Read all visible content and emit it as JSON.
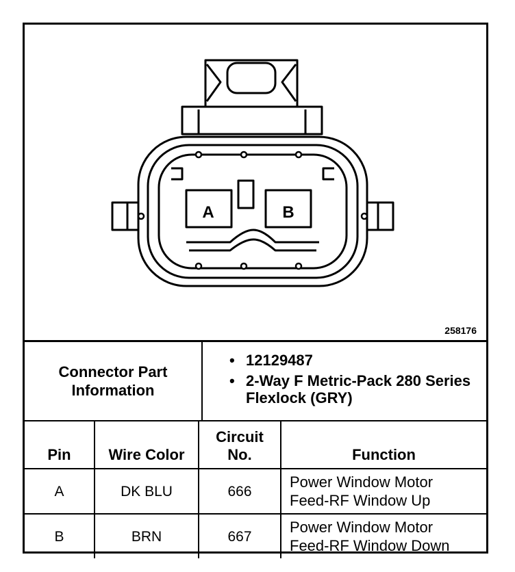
{
  "figure": {
    "id": "258176",
    "cavity_labels": [
      "A",
      "B"
    ]
  },
  "connector_info": {
    "label": "Connector Part Information",
    "items": [
      "12129487",
      "2-Way F Metric-Pack 280 Series Flexlock (GRY)"
    ]
  },
  "table": {
    "headers": {
      "pin": "Pin",
      "wire_color": "Wire Color",
      "circuit_no": "Circuit No.",
      "function": "Function"
    },
    "rows": [
      {
        "pin": "A",
        "wire_color": "DK BLU",
        "circuit_no": "666",
        "function_line1": "Power Window Motor",
        "function_line2": "Feed-RF Window Up"
      },
      {
        "pin": "B",
        "wire_color": "BRN",
        "circuit_no": "667",
        "function_line1": "Power Window Motor",
        "function_line2": "Feed-RF Window Down"
      }
    ]
  }
}
